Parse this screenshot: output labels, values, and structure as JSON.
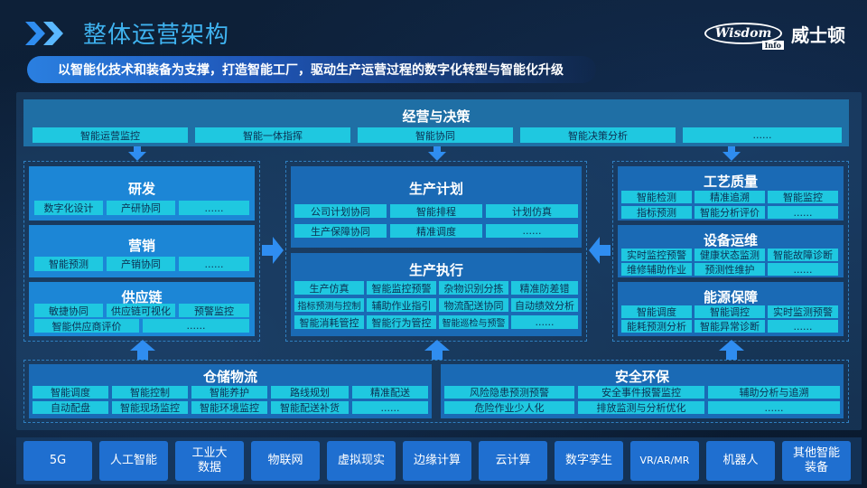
{
  "header": {
    "title": "整体运营架构",
    "logo_text": "Wisdom",
    "logo_sub": "Info",
    "logo_cn": "威士顿"
  },
  "subtitle": "以智能化技术和装备为支撑，打造智能工厂，驱动生产运营过程的数字化转型与智能化升级",
  "top": {
    "title": "经营与决策",
    "items": [
      "智能运营监控",
      "智能一体指挥",
      "智能协同",
      "智能决策分析",
      "......"
    ]
  },
  "left": {
    "rd": {
      "title": "研发",
      "items": [
        "数字化设计",
        "产研协同",
        "......"
      ]
    },
    "marketing": {
      "title": "营销",
      "items": [
        "智能预测",
        "产销协同",
        "......"
      ]
    },
    "supply": {
      "title": "供应链",
      "items": [
        "敏捷协同",
        "供应链可视化",
        "预警监控",
        "智能供应商评价",
        "......"
      ]
    }
  },
  "center": {
    "plan": {
      "title": "生产计划",
      "items": [
        "公司计划协同",
        "智能排程",
        "计划仿真",
        "生产保障协同",
        "精准调度",
        "......"
      ]
    },
    "exec": {
      "title": "生产执行",
      "items": [
        "生产仿真",
        "智能监控预警",
        "杂物识别分拣",
        "精准防差错",
        "指标预测与控制",
        "辅助作业指引",
        "物流配送协同",
        "自动绩效分析",
        "智能消耗管控",
        "智能行为管控",
        "智能巡检与预警",
        "......"
      ]
    }
  },
  "right": {
    "quality": {
      "title": "工艺质量",
      "items": [
        "智能检测",
        "精准追溯",
        "智能监控",
        "指标预测",
        "智能分析评价",
        "......"
      ]
    },
    "equipment": {
      "title": "设备运维",
      "items": [
        "实时监控预警",
        "健康状态监测",
        "智能故障诊断",
        "维修辅助作业",
        "预测性维护",
        "......"
      ]
    },
    "energy": {
      "title": "能源保障",
      "items": [
        "智能调度",
        "智能调控",
        "实时监测预警",
        "能耗预测分析",
        "智能异常诊断",
        "......"
      ]
    }
  },
  "warehouse": {
    "title": "仓储物流",
    "items": [
      "智能调度",
      "智能控制",
      "智能养护",
      "路线规划",
      "精准配送",
      "自动配盘",
      "智能现场监控",
      "智能环境监控",
      "智能配送补货",
      "......"
    ]
  },
  "safety": {
    "title": "安全环保",
    "items": [
      "风险隐患预测预警",
      "安全事件报警监控",
      "辅助分析与追溯",
      "危险作业少人化",
      "排放监测与分析优化",
      "......"
    ]
  },
  "tech": [
    "5G",
    "人工智能",
    "工业大数据",
    "物联网",
    "虚拟现实",
    "边缘计算",
    "云计算",
    "数字孪生",
    "VR/AR/MR",
    "机器人",
    "其他智能装备"
  ],
  "colors": {
    "accent": "#3fb3f0",
    "chip": "#1fc8e0",
    "panel": "#1c86d6",
    "arrow": "#2f8df0"
  }
}
